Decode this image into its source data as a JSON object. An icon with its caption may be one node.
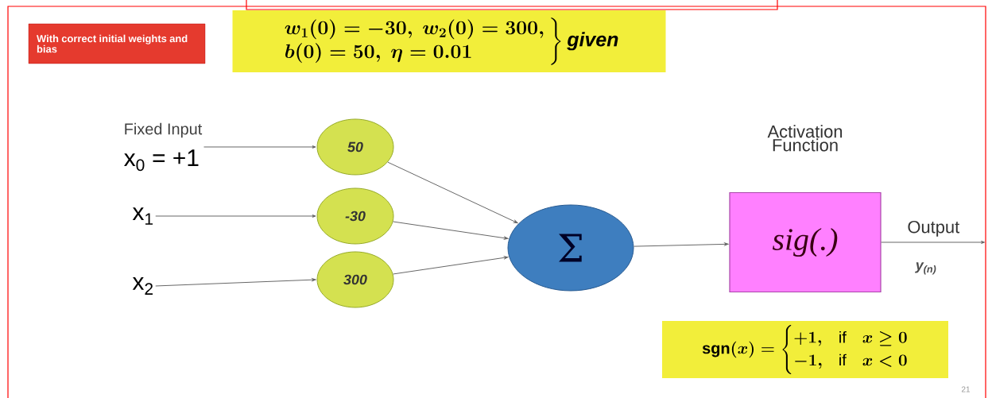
{
  "diagram": {
    "nodes": [
      {
        "text": [
          "With correct initial weights and bias"
        ]
      },
      {
        "text": [
          "\\left.\\begin{array}{l} w_1(0)=-30,\\ w_2(0)=300,\\\\ b(0)=50,\\ \\eta=0.01\\end{array}\\right\\rbrace\\mathit{given}"
        ]
      },
      {
        "text": [
          "Fixed Input",
          "x$_{0}$ = +1"
        ]
      },
      {
        "text": [
          "x$_{1}$"
        ]
      },
      {
        "text": [
          "x$_{2}$"
        ]
      },
      {
        "text": [
          "50"
        ]
      },
      {
        "text": [
          "-30"
        ]
      },
      {
        "text": [
          "300"
        ]
      },
      {
        "text": [
          "Σ"
        ]
      },
      {
        "text": [
          "sig(.)"
        ],
        "beside": [
          "Activation Function"
        ]
      },
      {
        "text": [
          "\\mathrm{sgn}(x)=\\begin{cases}+1, & \\text{if}\\quad x\\geq 0\\\\ -1, & \\text{if}\\quad x<0\\end{cases}"
        ]
      }
    ],
    "edges": [
      {
        "from": 2,
        "to": 5,
        "arrow": "to"
      },
      {
        "from": 3,
        "to": 6,
        "arrow": "to"
      },
      {
        "from": 4,
        "to": 7,
        "arrow": "to"
      },
      {
        "from": 5,
        "to": 8,
        "arrow": "to"
      },
      {
        "from": 6,
        "to": 8,
        "arrow": "to"
      },
      {
        "from": 7,
        "to": 8,
        "arrow": "to"
      },
      {
        "from": 8,
        "to": 9,
        "arrow": "to"
      },
      {
        "from": 9,
        "to": null,
        "arrow": "to",
        "label": "Output"
      }
    ],
    "labels": [
      "y$_{(n)}$",
      "21"
    ]
  }
}
